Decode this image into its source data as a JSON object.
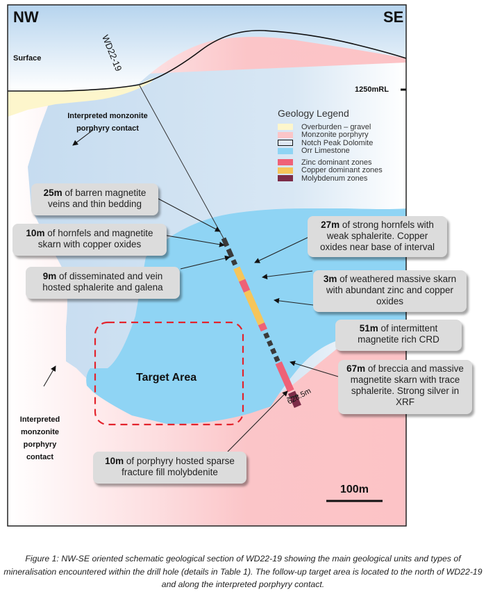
{
  "orientation": {
    "left": "NW",
    "right": "SE"
  },
  "drill_hole": {
    "name": "WD22-19",
    "end_depth": "628.5m"
  },
  "surface_label": "Surface",
  "elevation_marker": "1250mRL",
  "scale_bar": "100m",
  "target_area": "Target Area",
  "contact_notes": [
    {
      "lines": [
        "Interpreted monzonite",
        "porphyry contact"
      ]
    },
    {
      "lines": [
        "Interpreted",
        "monzonite",
        "porphyry",
        "contact"
      ]
    }
  ],
  "legend": {
    "title": "Geology Legend",
    "items": [
      {
        "label": "Overburden – gravel",
        "color": "#fdf6cc",
        "outlined": false
      },
      {
        "label": "Monzonite porphyry",
        "color": "#fbc5c8",
        "outlined": false
      },
      {
        "label": "Notch Peak Dolomite",
        "color": "#dfe8f3",
        "outlined": true
      },
      {
        "label": "Orr Limestone",
        "color": "#8fd4f4",
        "outlined": false
      },
      {
        "label": "Zinc dominant zones",
        "color": "#ef6177",
        "outlined": false
      },
      {
        "label": "Copper dominant zones",
        "color": "#f6c55a",
        "outlined": false
      },
      {
        "label": "Molybdenum zones",
        "color": "#7c2c48",
        "outlined": false
      }
    ]
  },
  "callouts": [
    {
      "id": "barren-magnetite",
      "bold": "25m",
      "text": " of barren magnetite veins and thin bedding"
    },
    {
      "id": "hornfels-magnetite",
      "bold": "10m",
      "text": " of hornfels and magnetite skarn with copper oxides"
    },
    {
      "id": "sphalerite-galena",
      "bold": "9m",
      "text": " of disseminated and vein hosted sphalerite and galena"
    },
    {
      "id": "strong-hornfels",
      "bold": "27m",
      "text": " of strong hornfels with weak sphalerite. Copper oxides near base of interval"
    },
    {
      "id": "weathered-skarn",
      "bold": "3m",
      "text": " of weathered massive skarn with abundant zinc and copper oxides"
    },
    {
      "id": "magnetite-crd",
      "bold": "51m",
      "text": " of intermittent magnetite rich CRD"
    },
    {
      "id": "breccia-skarn",
      "bold": "67m",
      "text": " of breccia and massive magnetite skarn with trace sphalerite. Strong silver in XRF"
    },
    {
      "id": "porphyry-moly",
      "bold": "10m",
      "text": " of porphyry hosted sparse fracture fill molybdenite"
    }
  ],
  "caption": "Figure 1: NW-SE oriented schematic geological section of WD22-19 showing the main geological units and types of mineralisation encountered within the drill hole (details in Table 1). The follow-up target area is located to the north of WD22-19 and along the interpreted porphyry contact."
}
